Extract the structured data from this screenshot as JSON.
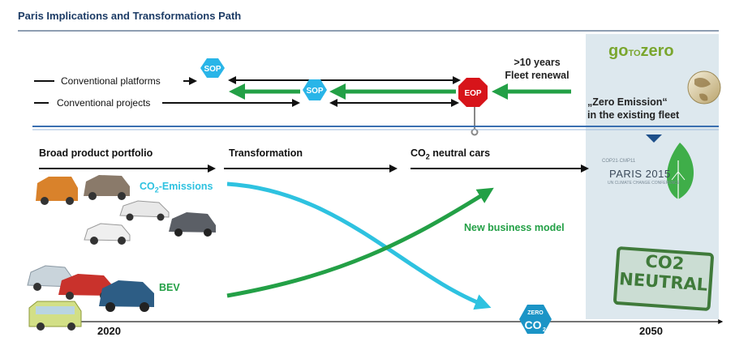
{
  "title": "Paris Implications and Transformations Path",
  "platforms": {
    "conventional_platforms": "Conventional platforms",
    "conventional_projects": "Conventional projects",
    "sop": "SOP",
    "eop": "EOP",
    "fleet_renewal_line1": ">10 years",
    "fleet_renewal_line2": "Fleet renewal",
    "zero_emission_line1": "„Zero Emission“",
    "zero_emission_line2": "in the existing fleet"
  },
  "logo": {
    "go": "go",
    "to": "TO",
    "zero": "zero"
  },
  "phases": {
    "broad_portfolio": "Broad product portfolio",
    "transformation": "Transformation",
    "co2_neutral_prefix": "CO",
    "co2_neutral_sub": "2",
    "co2_neutral_suffix": " neutral cars"
  },
  "labels": {
    "co2_emissions_prefix": "CO",
    "co2_emissions_sub": "2",
    "co2_emissions_suffix": "-Emissions",
    "bev": "BEV",
    "new_business_model": "New business model",
    "zero_badge_top": "ZERO",
    "zero_badge_main": "CO",
    "zero_badge_sub": "2"
  },
  "paris": {
    "small": "COP21·CMP11",
    "big": "PARIS 2015",
    "sub": "UN CLIMATE CHANGE CONFERENCE"
  },
  "neutral_stamp": {
    "line1": "CO2",
    "line2": "NEUTRAL"
  },
  "timeline": {
    "start": "2020",
    "end": "2050"
  },
  "colors": {
    "title": "#1d3c66",
    "arrow_green": "#23a046",
    "arrow_cyan": "#2ec2e0",
    "sop_fill": "#29b5e8",
    "eop_fill": "#d7141a",
    "panel": "#dde8ee",
    "divider": "#3a6fb0"
  },
  "icons": [
    "car-icon",
    "globe-icon",
    "leaf-icon"
  ]
}
